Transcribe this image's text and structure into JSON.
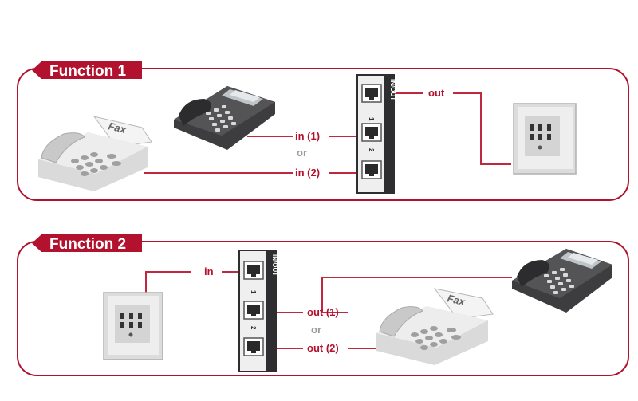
{
  "colors": {
    "accent": "#b3122e",
    "line": "#c0283f",
    "device_dark": "#3d3d3f"
  },
  "function1": {
    "title": "Function 1",
    "splitter_label": "IN/OUT",
    "port1_num": "1",
    "port2_num": "2",
    "label_out": "out",
    "label_in1": "in (1)",
    "label_or": "or",
    "label_in2": "in (2)",
    "fax_word": "Fax"
  },
  "function2": {
    "title": "Function 2",
    "splitter_label": "IN/OUT",
    "port1_num": "1",
    "port2_num": "2",
    "label_in": "in",
    "label_out1": "out (1)",
    "label_or": "or",
    "label_out2": "out (2)",
    "fax_word": "Fax"
  }
}
